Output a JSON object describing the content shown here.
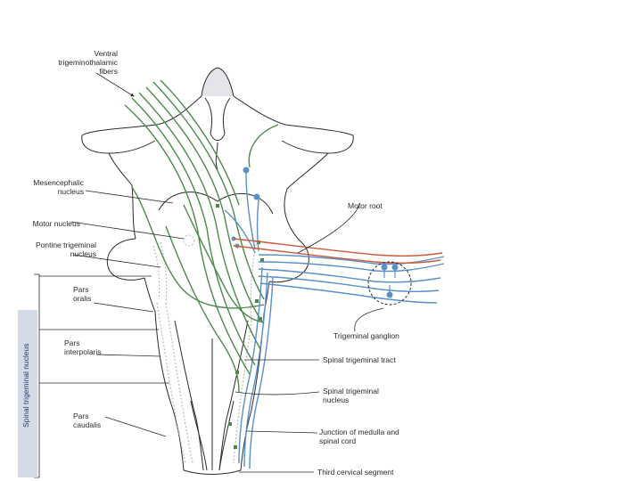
{
  "colors": {
    "outline": "#2a2a2a",
    "sensory": "#4a8a4a",
    "motor": "#cc5a3a",
    "trigeminal": "#5a8fc8",
    "nucleus_shade": "#b9b9b9",
    "sidebar": "#d4dbe6"
  },
  "labels": {
    "ventral": "Ventral\ntrigeminothalamic\nfibers",
    "mesencephalic": "Mesencephalic\nnucleus",
    "motor_nucleus": "Motor nucleus",
    "pontine": "Pontine trigeminal\nnucleus",
    "pars_oralis": "Pars\noralis",
    "pars_interpolaris": "Pars\ninterpolaris",
    "pars_caudalis": "Pars\ncaudalis",
    "motor_root": "Motor root",
    "ganglion": "Trigeminal ganglion",
    "spinal_tract": "Spinal trigeminal tract",
    "spinal_nucleus": "Spinal trigeminal\nnucleus",
    "junction": "Junction of medulla and\nspinal cord",
    "third_cervical": "Third cervical segment",
    "spinal_trigeminal_nucleus_vertical": "Spinal trigeminal nucleus"
  }
}
